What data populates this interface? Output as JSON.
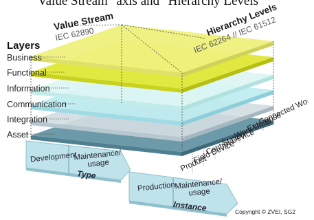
{
  "header_cut": "Value Stream\" axis and \"Hierarchy Levels",
  "layers_title": "Layers",
  "layers": [
    "Business",
    "Functional",
    "Information",
    "Communication",
    "Integration",
    "Asset"
  ],
  "value_stream": {
    "title": "Value Stream",
    "standard": "IEC 62890"
  },
  "hierarchy": {
    "title": "Hierarchy Levels",
    "standard": "IEC 62264 // IEC 61512",
    "levels": [
      "Product",
      "Field Device",
      "Control Device",
      "Station",
      "Work Units",
      "Enterprise",
      "Connected World"
    ]
  },
  "type_arrow": {
    "items": [
      "Development",
      "Maintenance/\nusage"
    ],
    "label": "Type"
  },
  "instance_arrow": {
    "items": [
      "Production",
      "Maintenance/\nusage"
    ],
    "label": "Instance"
  },
  "copyright": "Copyright © ZVEI, SG2",
  "colors": {
    "business": "#eef07a",
    "functional": "#dfe832",
    "information": "#d6f4f2",
    "communication": "#b9e9ef",
    "integration": "#d3dde2",
    "asset": "#62909f",
    "arrow": "#bfe3ea"
  }
}
